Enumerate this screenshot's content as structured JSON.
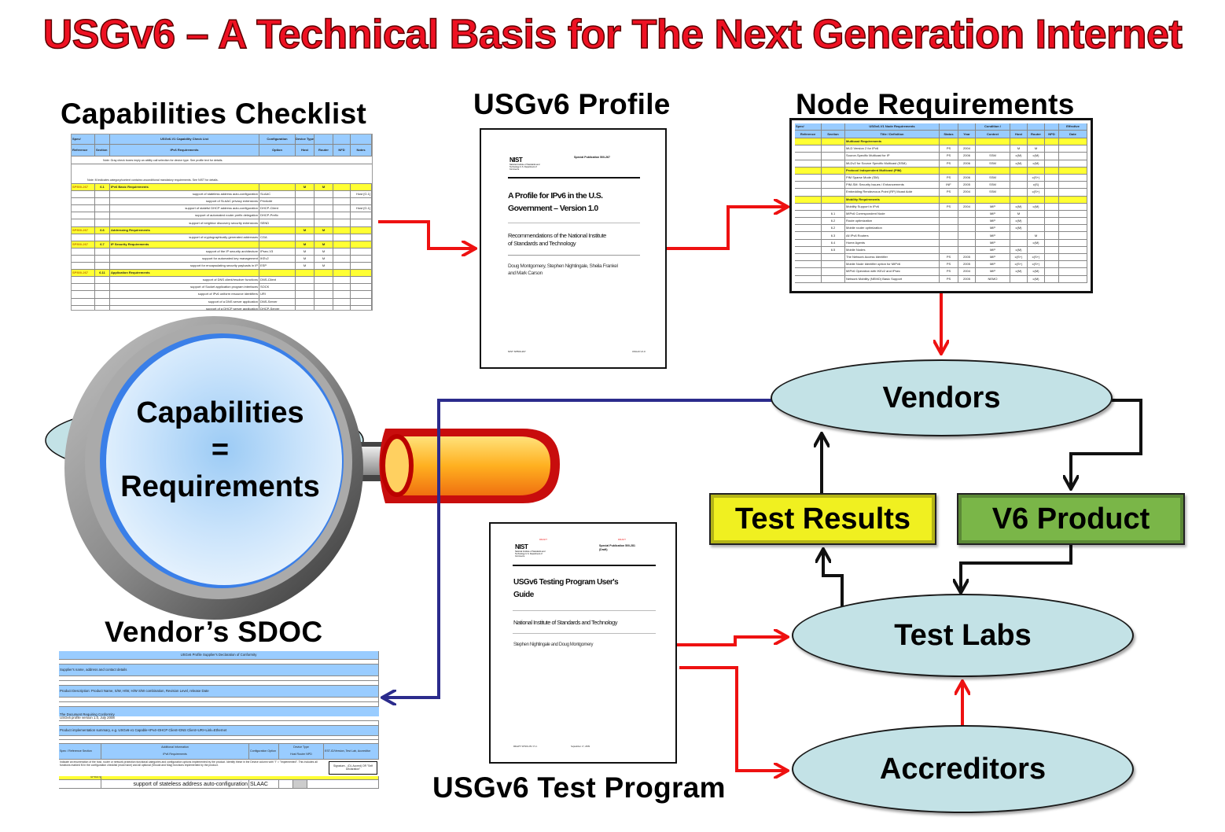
{
  "title": "USGv6 – A Technical Basis for The Next Generation Internet",
  "headings": {
    "checklist": "Capabilities Checklist",
    "profile": "USGv6 Profile",
    "node_requirements": "Node Requirements",
    "sdoc": "Vendor’s SDOC",
    "test_program": "USGv6 Test Program"
  },
  "magnifier": {
    "line1": "Capabilities",
    "line2": "=",
    "line3": "Requirements"
  },
  "nodes": {
    "vendors": "Vendors",
    "test_results": "Test Results",
    "v6_product": "V6 Product",
    "test_labs": "Test Labs",
    "accreditors": "Accreditors"
  },
  "colors": {
    "title": "#ee1122",
    "red_arrow": "#ee1111",
    "blue_arrow": "#2b2b8c",
    "ellipse": "#c3e2e6",
    "test_results": "#f0f020",
    "v6_product": "#7ab648",
    "table_header": "#99ccff",
    "table_section": "#ffff33"
  },
  "checklist": {
    "header_top": [
      "Spec/",
      "",
      "USGv6-V1 Capability Check List",
      "Configuration",
      "Device Type",
      "",
      "",
      " "
    ],
    "header": [
      "Reference",
      "Section",
      "IPv6 Requirements",
      "Option",
      "Host",
      "Router",
      "NFD",
      "Notes"
    ],
    "notes": [
      "Note: Gray check boxes imply an ability call selection for device type.    See profile text for details.",
      "Note: M indicates category/context contains unconditional mandatory requirements.    See NIST for details."
    ],
    "rows": [
      {
        "type": "sec",
        "cells": [
          "SP500-267",
          "6.1",
          "IPv6 Basic Requirements",
          "",
          "M",
          "M",
          "",
          ""
        ]
      },
      {
        "type": "item",
        "cells": [
          "",
          "",
          "support of stateless address auto-configuration",
          "SLAAC",
          "",
          "",
          "",
          "Host [G.1]"
        ]
      },
      {
        "type": "item",
        "cells": [
          "",
          "",
          "support of SLAAC privacy extensions",
          "PrivAddr",
          "",
          "",
          "",
          ""
        ]
      },
      {
        "type": "item",
        "cells": [
          "",
          "",
          "support of stateful DHCP address auto-configuration",
          "DHCP-Client",
          "",
          "",
          "",
          "Host [G.1]"
        ]
      },
      {
        "type": "item",
        "cells": [
          "",
          "",
          "support of automated router prefix delegation",
          "DHCP-Prefix",
          "",
          "",
          "",
          ""
        ]
      },
      {
        "type": "item",
        "cells": [
          "",
          "",
          "support of neighbor discovery security extensions",
          "SEND",
          "",
          "",
          "",
          ""
        ]
      },
      {
        "type": "sec",
        "cells": [
          "SP500-267",
          "6.6",
          "Addressing Requirements",
          "",
          "M",
          "M",
          "",
          ""
        ]
      },
      {
        "type": "item",
        "cells": [
          "",
          "",
          "support of cryptographically generated addresses",
          "CGA",
          "",
          "",
          "",
          ""
        ]
      },
      {
        "type": "sec",
        "cells": [
          "SP500-267",
          "6.7",
          "IP Security Requirements",
          "",
          "M",
          "M",
          "",
          ""
        ]
      },
      {
        "type": "item",
        "cells": [
          "",
          "",
          "support of the IP security architecture",
          "IPsec-V3",
          "M",
          "M",
          "",
          ""
        ]
      },
      {
        "type": "item",
        "cells": [
          "",
          "",
          "support for automated key management",
          "IKEv2",
          "M",
          "M",
          "",
          ""
        ]
      },
      {
        "type": "item",
        "cells": [
          "",
          "",
          "support for encapsulating security payloads in IP",
          "ESP",
          "M",
          "M",
          "",
          ""
        ]
      },
      {
        "type": "sec",
        "cells": [
          "SP500-267",
          "6.11",
          "Application Requirements",
          "",
          "",
          "",
          "",
          ""
        ]
      },
      {
        "type": "item",
        "cells": [
          "",
          "",
          "support of DNS client/resolver functions",
          "DNS-Client",
          "",
          "",
          "",
          ""
        ]
      },
      {
        "type": "item",
        "cells": [
          "",
          "",
          "support of Socket application program interfaces",
          "SOCK",
          "",
          "",
          "",
          ""
        ]
      },
      {
        "type": "item",
        "cells": [
          "",
          "",
          "support of IPv6 uniform resource identifiers",
          "URI",
          "",
          "",
          "",
          ""
        ]
      },
      {
        "type": "item",
        "cells": [
          "",
          "",
          "support of a DNS server application",
          "DNS-Server",
          "",
          "",
          "",
          ""
        ]
      },
      {
        "type": "item",
        "cells": [
          "",
          "",
          "support of a DHCP server application",
          "DHCP-Server",
          "",
          "",
          "",
          ""
        ]
      }
    ]
  },
  "profile_doc": {
    "logo": "NIST",
    "logo_sub": "National Institute of Standards and Technology U.S. Department of Commerce",
    "publication": "Special Publication 500-267",
    "title_line1": "A Profile for IPv6 in the U.S.",
    "title_line2": "Government – Version 1.0",
    "subtitle_line1": "Recommendations of the National Institute",
    "subtitle_line2": "of Standards and Technology",
    "authors_line1": "Doug Montgomery, Stephen Nightingale, Sheila Frankel",
    "authors_line2": "and Mark Carson",
    "footer_left": "NIST SP500-267",
    "footer_right": "USGv6 V1.0"
  },
  "node_req": {
    "header_top": [
      "Spec/",
      "",
      "USGv6-V1 Node Requirements",
      "",
      "",
      "Condition /",
      "",
      "",
      "",
      "Effective"
    ],
    "header": [
      "Reference",
      "Section",
      "Title / Definition",
      "Status",
      "Year",
      "Context",
      "Host",
      "Router",
      "NPD",
      "Date"
    ],
    "rows": [
      {
        "type": "sec",
        "cells": [
          "",
          "",
          "Multicast Requirements",
          "",
          "",
          "",
          "",
          "",
          "",
          ""
        ]
      },
      {
        "type": "item",
        "cells": [
          "",
          "",
          "MLD Version 2 for IPv6",
          "PS",
          "2004",
          "",
          "M",
          "M",
          "",
          ""
        ]
      },
      {
        "type": "item",
        "cells": [
          "",
          "",
          "Source-Specific Multicast for IP",
          "PS",
          "2006",
          "SSM",
          "c(M)",
          "c(M)",
          "",
          ""
        ]
      },
      {
        "type": "item",
        "cells": [
          "",
          "",
          "MLDv2 for Source Specific Multicast (SSM)",
          "PS",
          "2006",
          "SSM",
          "c(M)",
          "c(M)",
          "",
          ""
        ]
      },
      {
        "type": "sec",
        "cells": [
          "",
          "",
          "Protocol Independent Multicast (PIM)",
          "",
          "",
          "",
          "",
          "",
          "",
          ""
        ]
      },
      {
        "type": "item",
        "cells": [
          "",
          "",
          "PIM Sparse Mode (SM)",
          "PS",
          "2006",
          "SSM",
          "",
          "c(S+)",
          "",
          ""
        ]
      },
      {
        "type": "item",
        "cells": [
          "",
          "",
          "PIM-SM: Security Issues / Enhancements",
          "INF",
          "2005",
          "SSM",
          "",
          "c(S)",
          "",
          ""
        ]
      },
      {
        "type": "item",
        "cells": [
          "",
          "",
          "Embedding Rendezvous Point (RP) Mcast Addr",
          "PS",
          "2004",
          "SSM",
          "",
          "c(S+)",
          "",
          ""
        ]
      },
      {
        "type": "sec",
        "cells": [
          "",
          "",
          "Mobility Requirements",
          "",
          "",
          "",
          "",
          "",
          "",
          ""
        ]
      },
      {
        "type": "item",
        "cells": [
          "",
          "",
          "Mobility Support in IPv6",
          "PS",
          "2004",
          "MIP",
          "c(M)",
          "c(M)",
          "",
          ""
        ]
      },
      {
        "type": "item",
        "cells": [
          "",
          "6.1",
          "MIPv6 Correspondent Node",
          "",
          "",
          "MIP",
          "M",
          "",
          "",
          ""
        ]
      },
      {
        "type": "item",
        "cells": [
          "",
          "6.2",
          "Route optimization",
          "",
          "",
          "MIP",
          "c(M)",
          "",
          "",
          ""
        ]
      },
      {
        "type": "item",
        "cells": [
          "",
          "6.2",
          "Mobile router optimization",
          "",
          "",
          "MIP",
          "c(M)",
          "",
          "",
          ""
        ]
      },
      {
        "type": "item",
        "cells": [
          "",
          "6.3",
          "All IPv6 Routers",
          "",
          "",
          "MIP",
          "",
          "M",
          "",
          ""
        ]
      },
      {
        "type": "item",
        "cells": [
          "",
          "6.4",
          "Home Agents",
          "",
          "",
          "MIP",
          "",
          "c(M)",
          "",
          ""
        ]
      },
      {
        "type": "item",
        "cells": [
          "",
          "6.5",
          "Mobile Nodes",
          "",
          "",
          "MIP",
          "c(M)",
          "",
          "",
          ""
        ]
      },
      {
        "type": "item",
        "cells": [
          "",
          "",
          "The Network Access Identifier",
          "PS",
          "2005",
          "MIP",
          "c(S+)",
          "c(S+)",
          "",
          ""
        ]
      },
      {
        "type": "item",
        "cells": [
          "",
          "",
          "Mobile Node Identifier option for MIPv6",
          "PS",
          "2005",
          "MIP",
          "c(S+)",
          "c(S+)",
          "",
          ""
        ]
      },
      {
        "type": "item",
        "cells": [
          "",
          "",
          "MIPv6 Operation with IKEv2 and IPsec",
          "PS",
          "2004",
          "MIP",
          "c(M)",
          "c(M)",
          "",
          ""
        ]
      },
      {
        "type": "item",
        "cells": [
          "",
          "",
          "Network Mobility (NEMO) Basic Support",
          "PS",
          "2005",
          "NEMO",
          "",
          "c(M)",
          "",
          ""
        ]
      }
    ]
  },
  "sdoc": {
    "title": "USGv6 Profile Supplier's Declaration of Conformity",
    "supplier": "Supplier's name, address and contact details",
    "product": "Product Description: Product Name, S/W, H/W, H/W S/W combination, Revision Level, release Date",
    "document": "The Document Requiring Conformity",
    "document_value": "USGv6 profile version 1.0, July 2008",
    "summary": "Product implementation summary, e.g. USGv6-v1 Capable+IPv4+DHCP Client+DNS Client+URI+Link=Ethernet",
    "col_spec": "Spec / Reference  Section",
    "col_info": "Additional Information",
    "col_req": "IPv6 Requirements",
    "col_config": "Configuration Option",
    "col_device": "Device Type",
    "col_device_sub": "Host  Router  NPD",
    "col_test": "EST-ID/Version, Test Lab, Accreditor",
    "instructions": "Indicate an enumeration of the host, router or network protection functional categories and configuration options implemented by the product. Identify these in the Device column with \"I\" = \"Implemented\". This includes all functions marked M in the configuration checklist (must have) and all optional (Should and May) functions implemented by the product.",
    "signature_box": "Signature... (DL Accred) OR \"Self Declaration\"",
    "row_ref": "SP500 6.1",
    "row_req": "support of stateless address auto-configuration",
    "row_opt": "SLAAC"
  },
  "test_doc": {
    "draft_left": "DRAFT",
    "draft_right": "DRAFT",
    "logo": "NIST",
    "logo_sub": "National Institute of Standards and Technology U.S. Department of Commerce",
    "publication": "Special Publication 500-281",
    "publication_note": "(Draft)",
    "title_line1": "USGv6 Testing Program User's",
    "title_line2": "Guide",
    "org": "National Institute of Standards and Technology",
    "authors": "Stephen Nightingale and Doug Montgomery",
    "footer_left": "DRAFT SP500-281 V1.1",
    "footer_right": "September 17, 2009"
  }
}
